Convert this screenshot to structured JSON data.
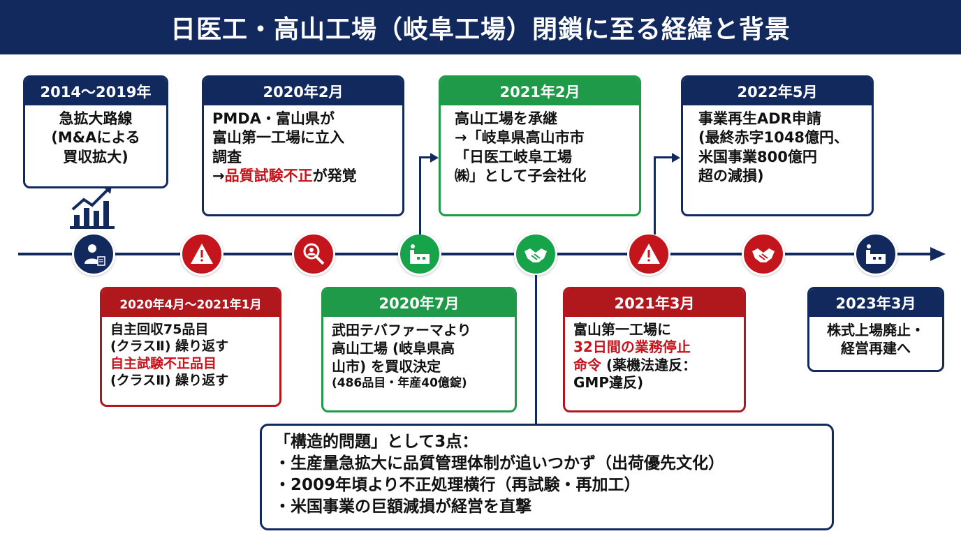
{
  "title": "日医工・高山工場（岐阜工場）閉鎖に至る経緯と背景",
  "events_top": [
    {
      "date": "2014〜2019年",
      "lines": [
        "急拡大路線",
        "(M&Aによる",
        "買収拡大)"
      ],
      "color": "navy"
    },
    {
      "date": "2020年2月",
      "lines": [
        "PMDA・富山県が",
        "富山第一工場に立入",
        "調査"
      ],
      "line4_prefix": "→",
      "line4_highlight": "品質試験不正",
      "line4_suffix": "が発覚",
      "color": "navy"
    },
    {
      "date": "2021年2月",
      "lines": [
        "高山工場を承継",
        "→「岐阜県高山市市",
        "「日医工岐阜工場",
        "㈱」として子会社化"
      ],
      "color": "green"
    },
    {
      "date": "2022年5月",
      "lines": [
        "事業再生ADR申請",
        "(最終赤字1048億円、",
        "米国事業800億円",
        "超の減損)"
      ],
      "color": "navy"
    }
  ],
  "events_bottom": [
    {
      "date": "2020年4月〜2021年1月",
      "line1": "自主回収75品目",
      "line2": "(クラスⅡ) 繰り返す",
      "line3_highlight": "自主試験不正品目",
      "line4": "(クラスⅡ) 繰り返す",
      "color": "red"
    },
    {
      "date": "2020年7月",
      "lines": [
        "武田テバファーマより",
        "高山工場 (岐阜県高",
        "山市) を買収決定"
      ],
      "note": "(486品目・年産40億錠)",
      "color": "green"
    },
    {
      "date": "2021年3月",
      "line1": "富山第一工場に",
      "line2_highlight": "32日間の業務停止",
      "line3_highlight": "命令",
      "line3_suffix": " (薬機法違反：",
      "line4": "GMP違反)",
      "color": "red"
    },
    {
      "date": "2023年3月",
      "lines": [
        "株式上場廃止・",
        "経営再建へ"
      ],
      "color": "navy"
    }
  ],
  "nodes": [
    {
      "icon": "doctor-icon",
      "color": "navy"
    },
    {
      "icon": "warning-icon",
      "color": "red"
    },
    {
      "icon": "magnifier-icon",
      "color": "red"
    },
    {
      "icon": "factory-icon",
      "color": "green"
    },
    {
      "icon": "handshake-icon",
      "color": "green"
    },
    {
      "icon": "warning-icon",
      "color": "red"
    },
    {
      "icon": "handshake-icon",
      "color": "red"
    },
    {
      "icon": "factory-icon",
      "color": "navy"
    }
  ],
  "summary": {
    "heading": "「構造的問題」として3点：",
    "points": [
      "・生産量急拡大に品質管理体制が追いつかず（出荷優先文化）",
      "・2009年頃より不正処理横行（再試験・再加工）",
      "・米国事業の巨額減損が経営を直撃"
    ]
  },
  "colors": {
    "navy": "#12295e",
    "red": "#c4141c",
    "green": "#16a34a"
  }
}
